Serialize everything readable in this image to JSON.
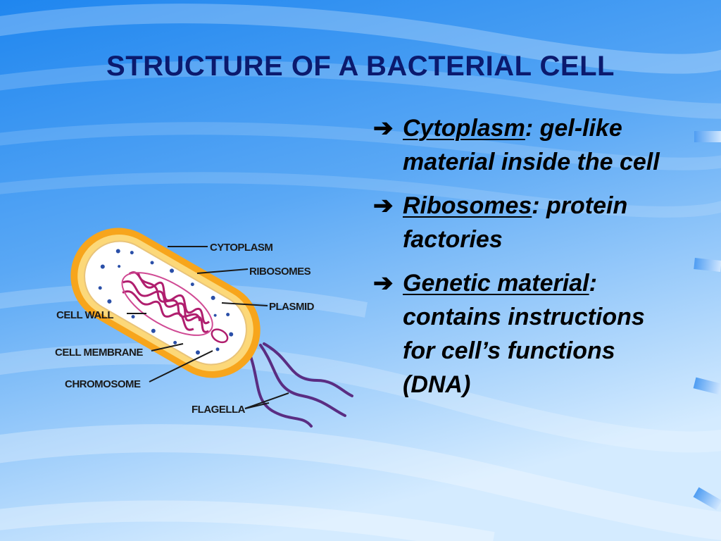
{
  "slide": {
    "title": "STRUCTURE OF A BACTERIAL CELL",
    "colors": {
      "title": "#0b1a6e",
      "background_top": "#2a8cf0",
      "background_bottom": "#cfe8ff"
    }
  },
  "bullets": [
    {
      "arrow": "➔",
      "term": "Cytoplasm",
      "rest": ": gel-like material inside the cell"
    },
    {
      "arrow": "➔",
      "term": "Ribosomes",
      "rest": ": protein factories"
    },
    {
      "arrow": "➔",
      "term": "Genetic material",
      "rest": ": contains instructions for cell’s functions (DNA)"
    }
  ],
  "diagram": {
    "labels": {
      "cytoplasm": "CYTOPLASM",
      "ribosomes": "RIBOSOMES",
      "plasmid": "PLASMID",
      "cell_wall": "CELL WALL",
      "cell_membrane": "CELL MEMBRANE",
      "chromosome": "CHROMOSOME",
      "flagella": "FLAGELLA"
    },
    "colors": {
      "cell_wall": "#f7a51c",
      "cytoplasm": "#ffffff",
      "chromosome": "#b01e6e",
      "flagella": "#5a2d82",
      "ribosomes": "#2a4fa8"
    }
  }
}
